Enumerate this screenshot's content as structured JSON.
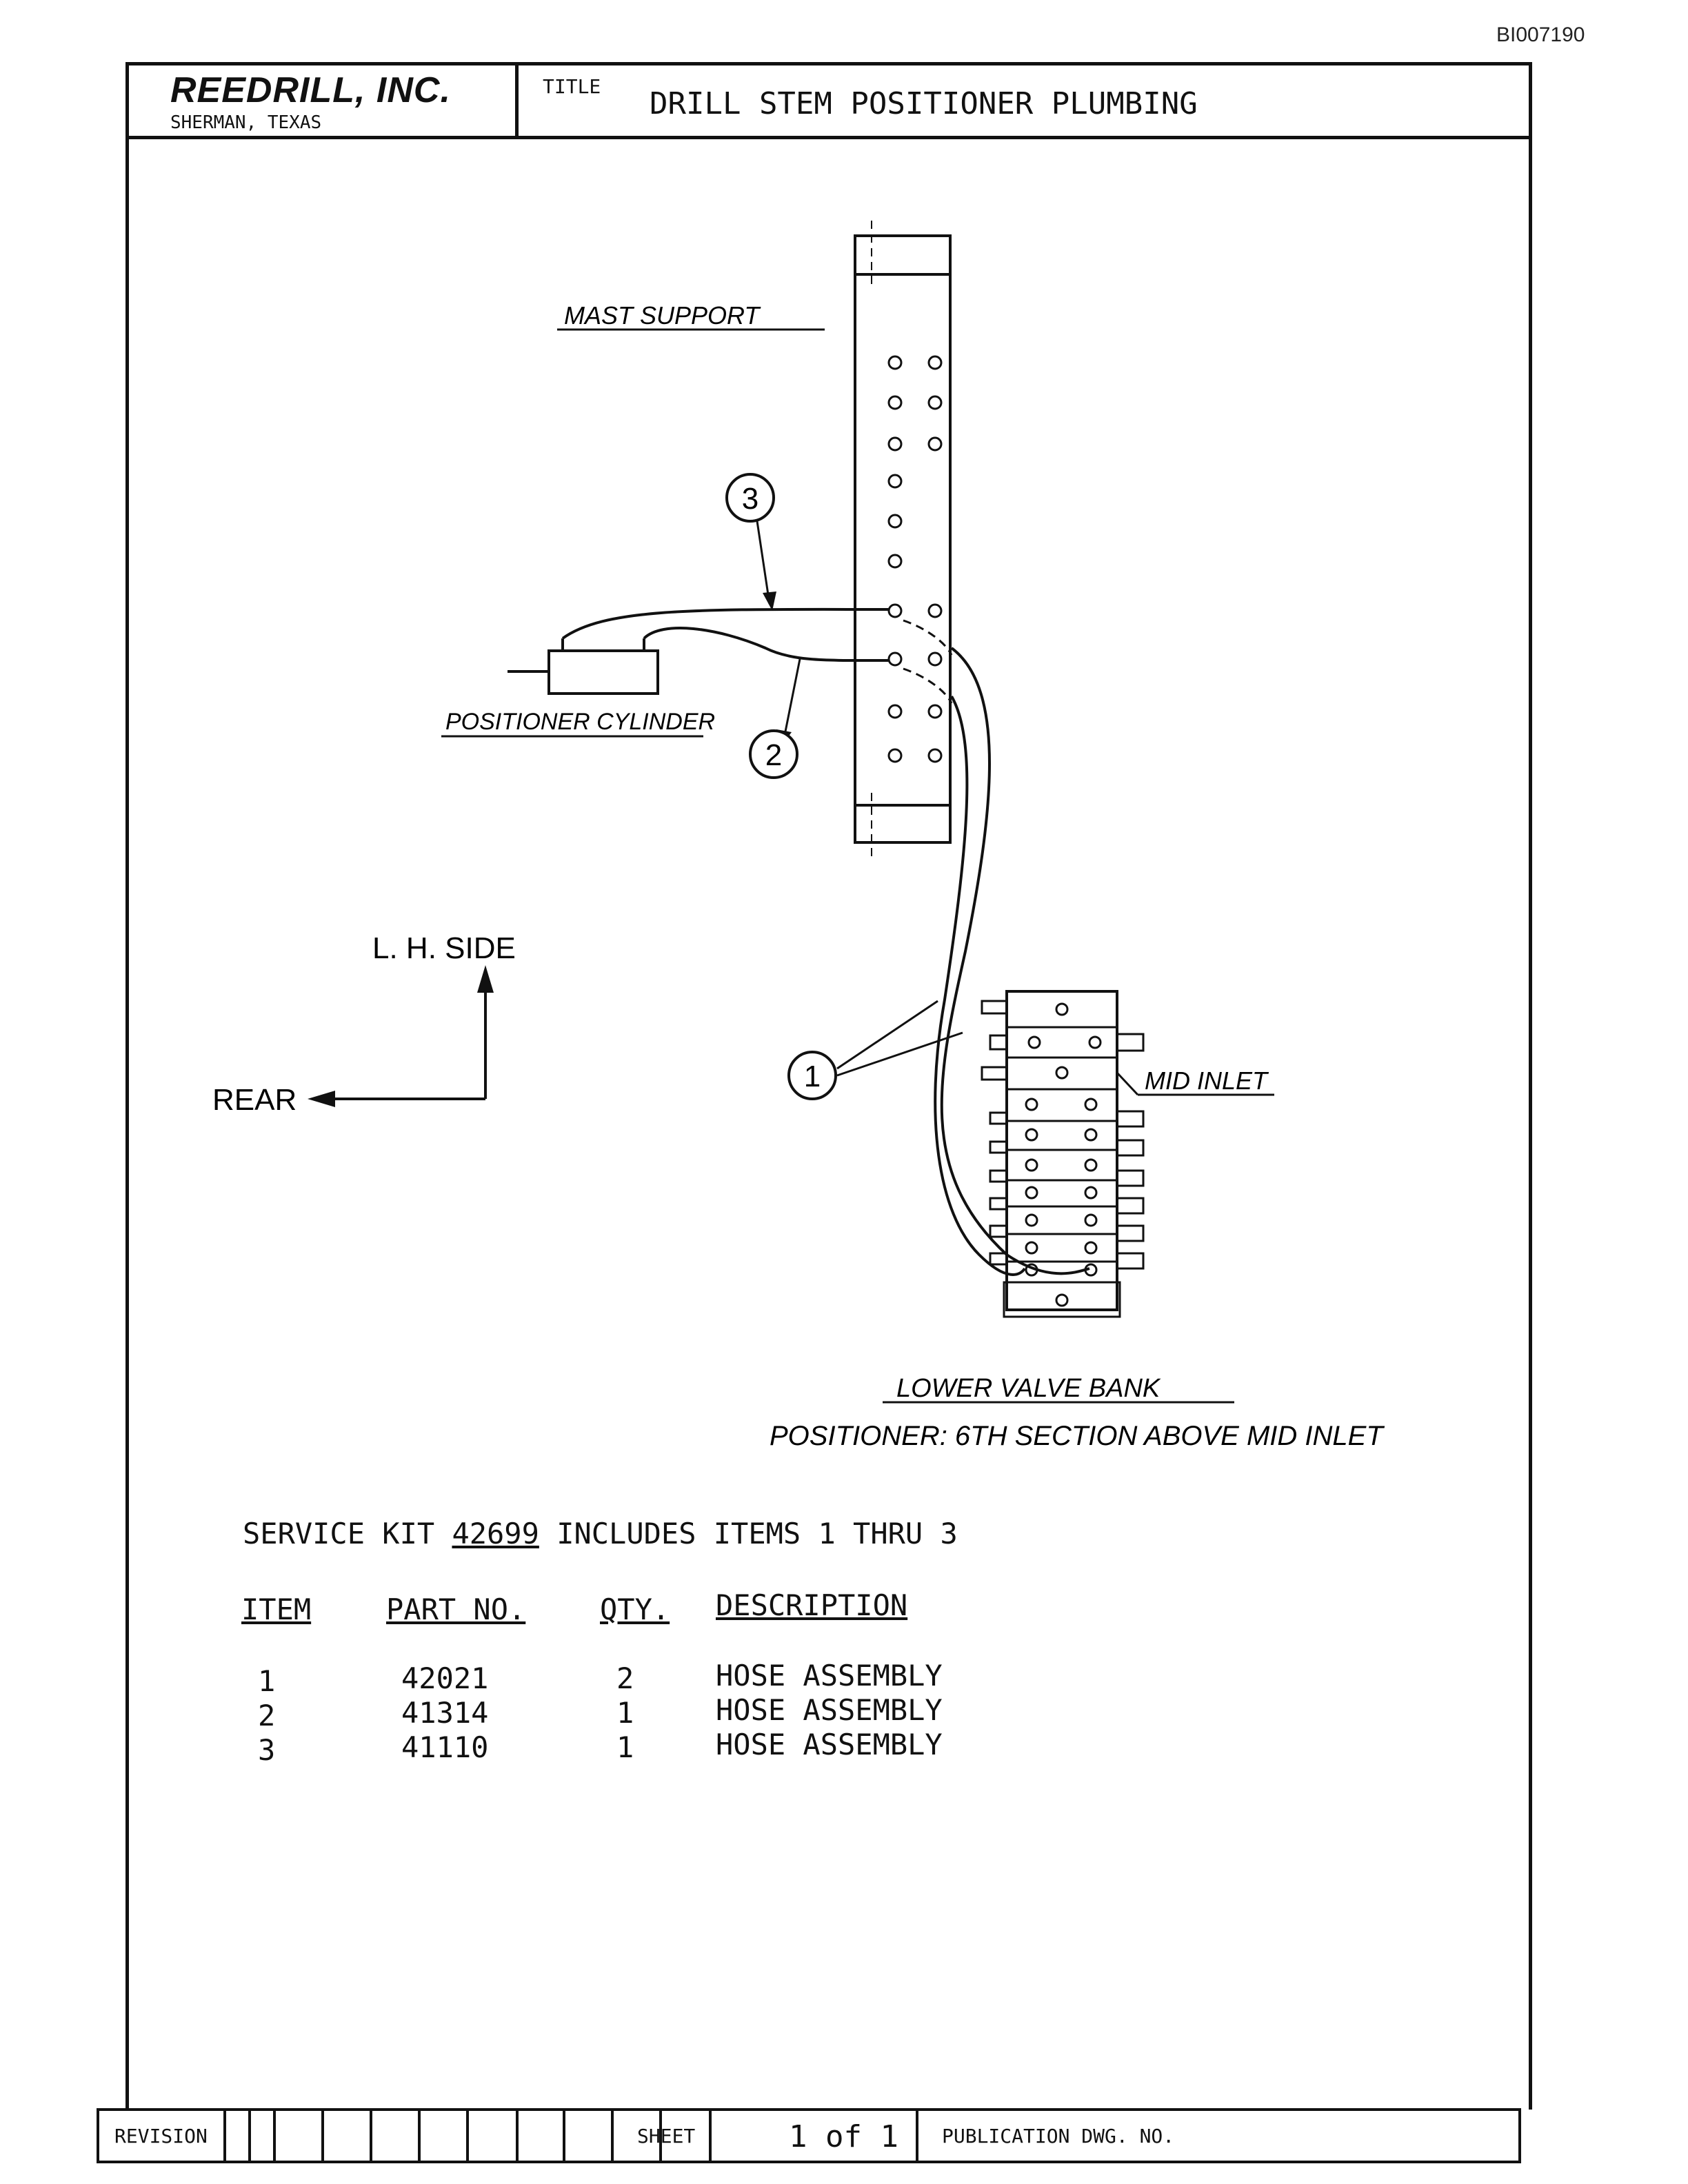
{
  "doc_id": "BI007190",
  "title_block": {
    "company": "REEDRILL, INC.",
    "city": "SHERMAN, TEXAS",
    "title_label": "TITLE",
    "title": "DRILL STEM POSITIONER PLUMBING"
  },
  "diagram": {
    "mast_support": "MAST SUPPORT",
    "positioner_cylinder": "POSITIONER CYLINDER",
    "mid_inlet": "MID INLET",
    "lower_valve_bank": "LOWER VALVE BANK",
    "positioner_note": "POSITIONER: 6TH SECTION ABOVE MID INLET",
    "lh_side": "L. H. SIDE",
    "rear": "REAR",
    "callouts": [
      "1",
      "2",
      "3"
    ]
  },
  "service_kit": {
    "prefix": "SERVICE KIT",
    "number": "42699",
    "suffix": "INCLUDES ITEMS 1 THRU 3"
  },
  "parts_table": {
    "headers": [
      "ITEM",
      "PART NO.",
      "QTY.",
      "DESCRIPTION"
    ],
    "rows": [
      [
        "1",
        "42021",
        "2",
        "HOSE ASSEMBLY"
      ],
      [
        "2",
        "41314",
        "1",
        "HOSE ASSEMBLY"
      ],
      [
        "3",
        "41110",
        "1",
        "HOSE ASSEMBLY"
      ]
    ]
  },
  "footer": {
    "revision_label": "REVISION",
    "sheet_label": "SHEET",
    "sheet_value": "1 of 1",
    "publication_label": "PUBLICATION DWG. NO."
  }
}
